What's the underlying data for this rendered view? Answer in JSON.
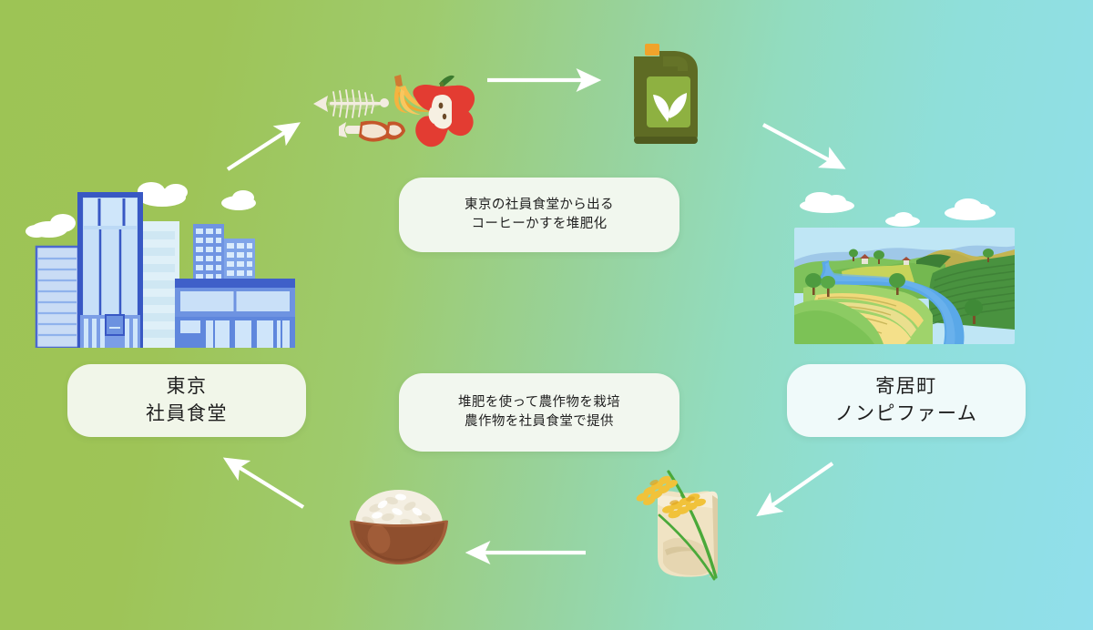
{
  "diagram": {
    "title": "食品循環サイクル図",
    "background": {
      "gradient_from": "#9dc455",
      "gradient_to": "#91dfec"
    },
    "nodes": [
      {
        "id": "tokyo",
        "icon": "city-buildings-icon",
        "line1": "東京",
        "line2": "社員食堂",
        "pill_color": "#f1f6e9"
      },
      {
        "id": "farm",
        "icon": "farm-landscape-icon",
        "line1": "寄居町",
        "line2": "ノンピファーム",
        "pill_color": "#f0fafa"
      }
    ],
    "notes": [
      {
        "id": "note-top",
        "line1": "東京の社員食堂から出る",
        "line2": "コーヒーかすを堆肥化",
        "pill_color": "#f1f7ee"
      },
      {
        "id": "note-bottom",
        "line1": "堆肥を使って農作物を栽培",
        "line2": "農作物を社員食堂で提供",
        "pill_color": "#f2f7ef"
      }
    ],
    "stage_icons": [
      {
        "id": "food-waste",
        "name": "food-waste-icon",
        "label": "生ゴミ（魚の骨・バナナの皮・リンゴの芯）"
      },
      {
        "id": "compost-can",
        "name": "compost-fertilizer-can-icon",
        "label": "堆肥"
      },
      {
        "id": "rice-sack",
        "name": "rice-sack-icon",
        "label": "収穫した農作物"
      },
      {
        "id": "rice-bowl",
        "name": "rice-bowl-icon",
        "label": "ごはん"
      }
    ],
    "arrows": [
      {
        "id": "arrow-city-to-waste",
        "direction": "up-right"
      },
      {
        "id": "arrow-waste-to-compost",
        "direction": "right"
      },
      {
        "id": "arrow-compost-to-farm",
        "direction": "down-right"
      },
      {
        "id": "arrow-farm-to-sack",
        "direction": "down-left"
      },
      {
        "id": "arrow-sack-to-bowl",
        "direction": "left"
      },
      {
        "id": "arrow-bowl-to-city",
        "direction": "up-left"
      }
    ]
  }
}
